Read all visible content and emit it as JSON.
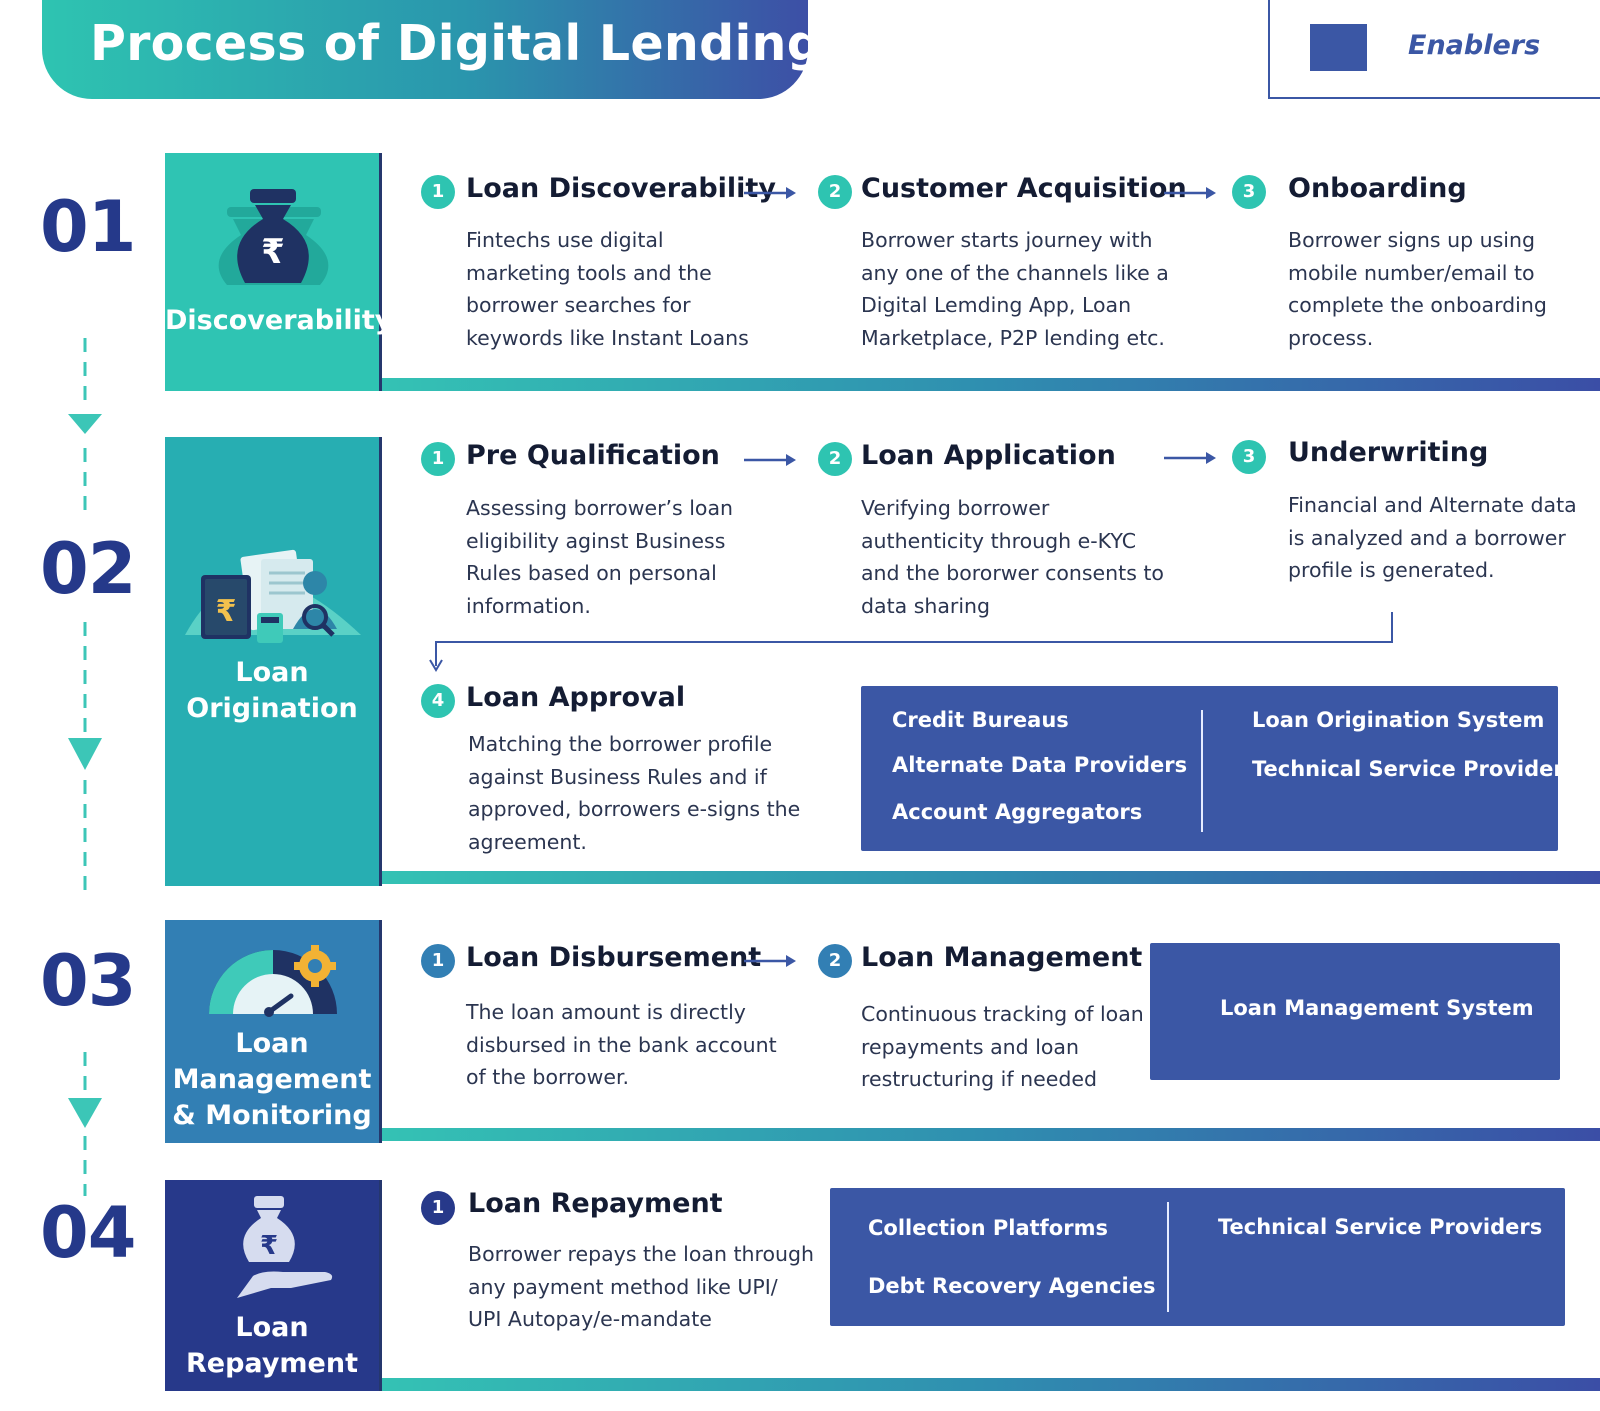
{
  "title": "Process of Digital Lending",
  "legend": {
    "label": "Enablers",
    "color": "#3b57a5"
  },
  "colors": {
    "teal": "#2ec4b1",
    "teal_dark": "#25aeb0",
    "steel_blue": "#327fb4",
    "navy": "#27398a",
    "enabler_blue": "#3b57a5"
  },
  "stages": [
    {
      "number": "01",
      "name": "Discoverability",
      "icon": "money-bag-rupee-icon",
      "steps": [
        {
          "badge": "1",
          "title": "Loan Discoverability",
          "desc": "Fintechs  use digital\nmarketing tools and the\nborrower searches for\nkeywords like Instant Loans"
        },
        {
          "badge": "2",
          "title": "Customer Acquisition",
          "desc": "Borrower starts journey with\nany one of the channels  like a\nDigital Lemding App, Loan\nMarketplace, P2P lending etc."
        },
        {
          "badge": "3",
          "title": "Onboarding",
          "desc": "Borrower signs up using\nmobile number/email  to\ncomplete the onboarding\nprocess."
        }
      ]
    },
    {
      "number": "02",
      "name_line1": "Loan",
      "name_line2": "Origination",
      "icon": "loan-documents-icon",
      "steps": [
        {
          "badge": "1",
          "title": "Pre Qualification",
          "desc": "Assessing borrower’s loan\neligibility aginst Business\nRules based on personal\ninformation."
        },
        {
          "badge": "2",
          "title": "Loan Application",
          "desc": "Verifying borrower\nauthenticity through e-KYC\nand the bororwer consents to\ndata sharing"
        },
        {
          "badge": "3",
          "title": "Underwriting",
          "desc": "Financial and Alternate data\nis analyzed and a borrower\nprofile is generated."
        },
        {
          "badge": "4",
          "title": "Loan Approval",
          "desc": "Matching the borrower profile\nagainst Business Rules and if\napproved, borrowers e-signs the\nagreement."
        }
      ],
      "enablers_left": [
        "Credit Bureaus",
        "Alternate Data Providers",
        "Account Aggregators"
      ],
      "enablers_right": [
        "Loan Origination System",
        "Technical Service Providers"
      ]
    },
    {
      "number": "03",
      "name_line1": "Loan",
      "name_line2": "Management",
      "name_line3": "& Monitoring",
      "icon": "gauge-gear-icon",
      "steps": [
        {
          "badge": "1",
          "title": "Loan Disbursement",
          "desc": "The loan amount is directly\ndisbursed in the bank account\nof the borrower."
        },
        {
          "badge": "2",
          "title": "Loan Management",
          "desc": "Continuous tracking of loan\nrepayments and loan\nrestructuring if needed"
        }
      ],
      "enablers": [
        "Loan Management System"
      ]
    },
    {
      "number": "04",
      "name_line1": "Loan",
      "name_line2": "Repayment",
      "icon": "hand-money-bag-icon",
      "steps": [
        {
          "badge": "1",
          "title": "Loan Repayment",
          "desc": "Borrower repays the loan through\nany payment method like UPI/\nUPI Autopay/e-mandate"
        }
      ],
      "enablers_left": [
        "Collection Platforms",
        "Debt Recovery Agencies"
      ],
      "enablers_right": [
        "Technical Service Providers"
      ]
    }
  ]
}
